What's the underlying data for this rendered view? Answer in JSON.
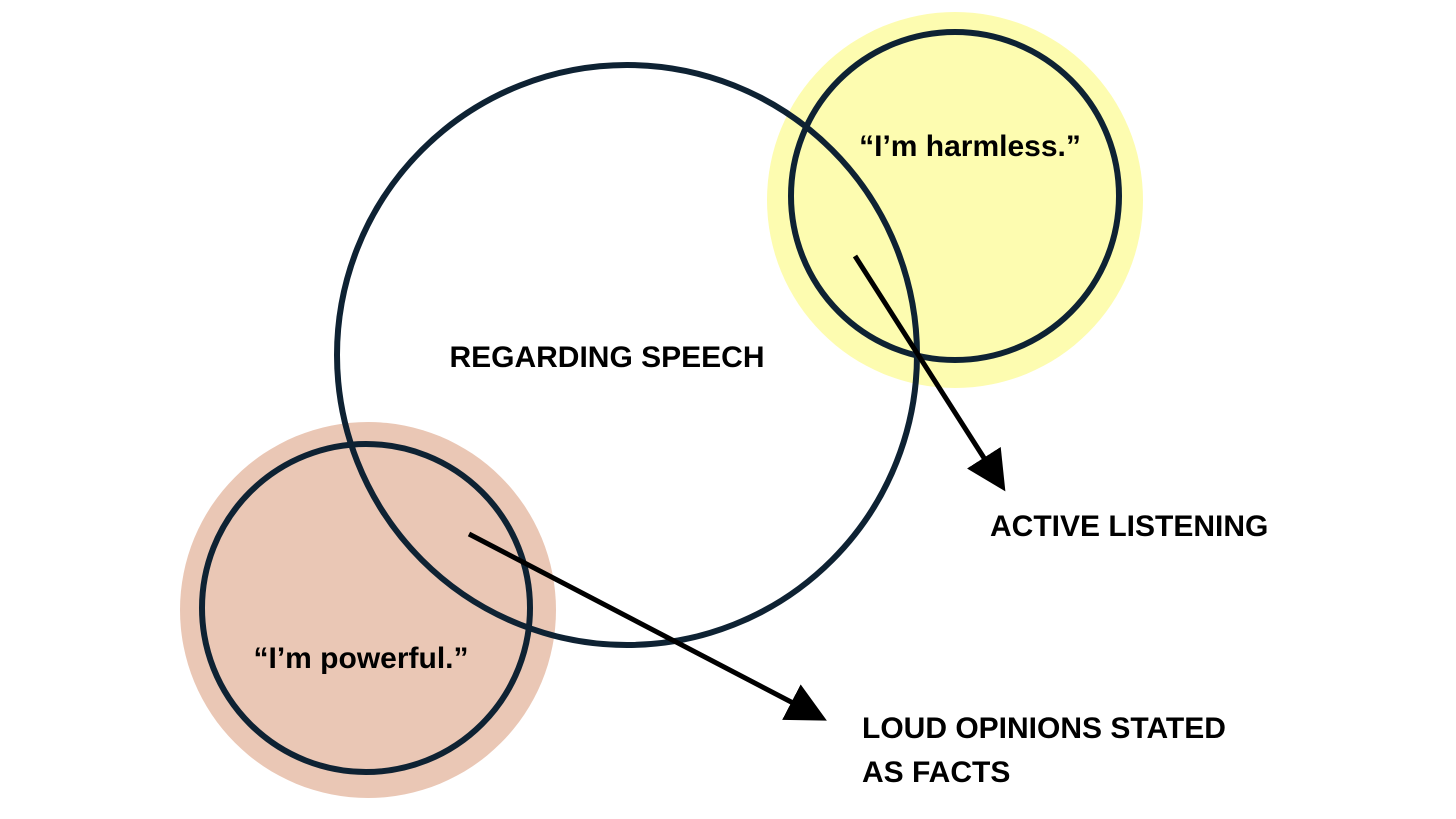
{
  "diagram": {
    "center_label": "REGARDING SPEECH",
    "harmless_quote": "“I’m harmless.”",
    "powerful_quote": "“I’m powerful.”",
    "active_listening_label": "ACTIVE LISTENING",
    "loud_opinions_line1": "LOUD OPINIONS STATED",
    "loud_opinions_line2": "AS FACTS"
  },
  "colors": {
    "outline": "#0e2233",
    "harmless_halo": "#fdfcb0",
    "powerful_halo": "#eac7b5",
    "arrow": "#000000",
    "background": "#ffffff"
  }
}
